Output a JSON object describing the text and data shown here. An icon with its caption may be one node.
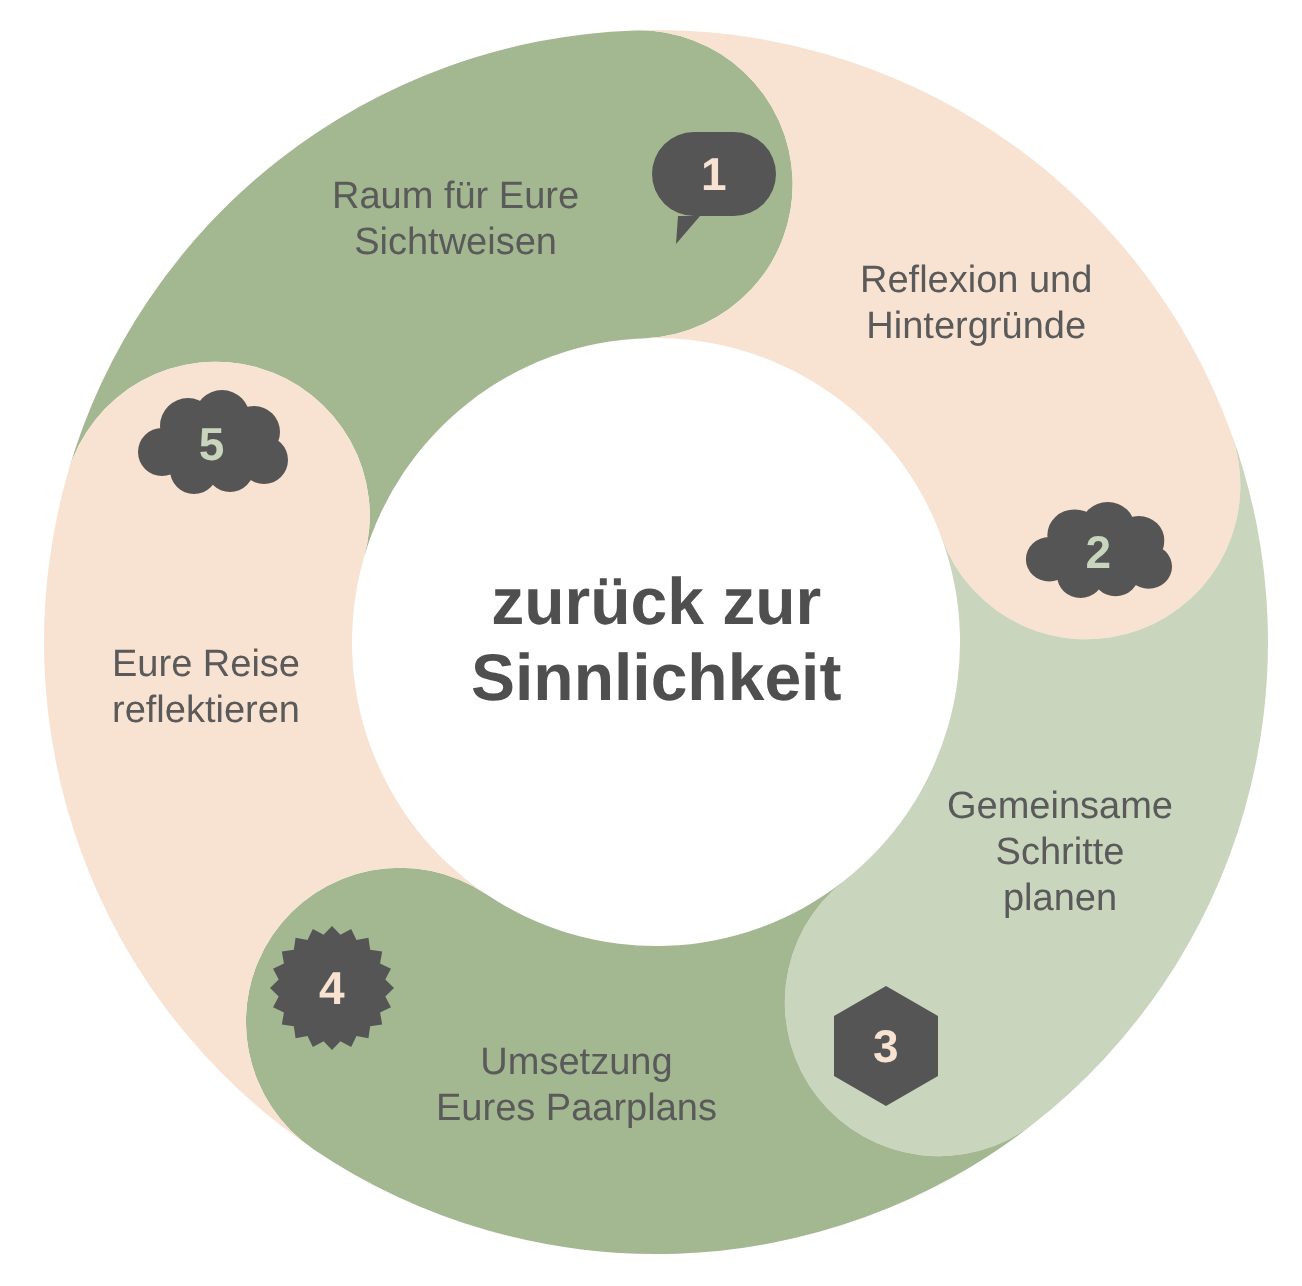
{
  "diagram": {
    "nodes": [
      {
        "text": [
          "zurück zur Sinnlichkeit"
        ]
      },
      {
        "text": [
          "Raum für Eure Sichtweisen"
        ]
      },
      {
        "text": [
          "1"
        ],
        "in": 1
      },
      {
        "text": [
          "Reflexion und Hintergründe"
        ]
      },
      {
        "text": [
          "2"
        ],
        "in": 3
      },
      {
        "text": [
          "Gemeinsame Schritte planen"
        ]
      },
      {
        "text": [
          "3"
        ],
        "in": 5
      },
      {
        "text": [
          "Umsetzung Eures Paarplans"
        ]
      },
      {
        "text": [
          "4"
        ],
        "in": 7
      },
      {
        "text": [
          "Eure Reise reflektieren"
        ]
      },
      {
        "text": [
          "5"
        ],
        "in": 9
      }
    ]
  }
}
